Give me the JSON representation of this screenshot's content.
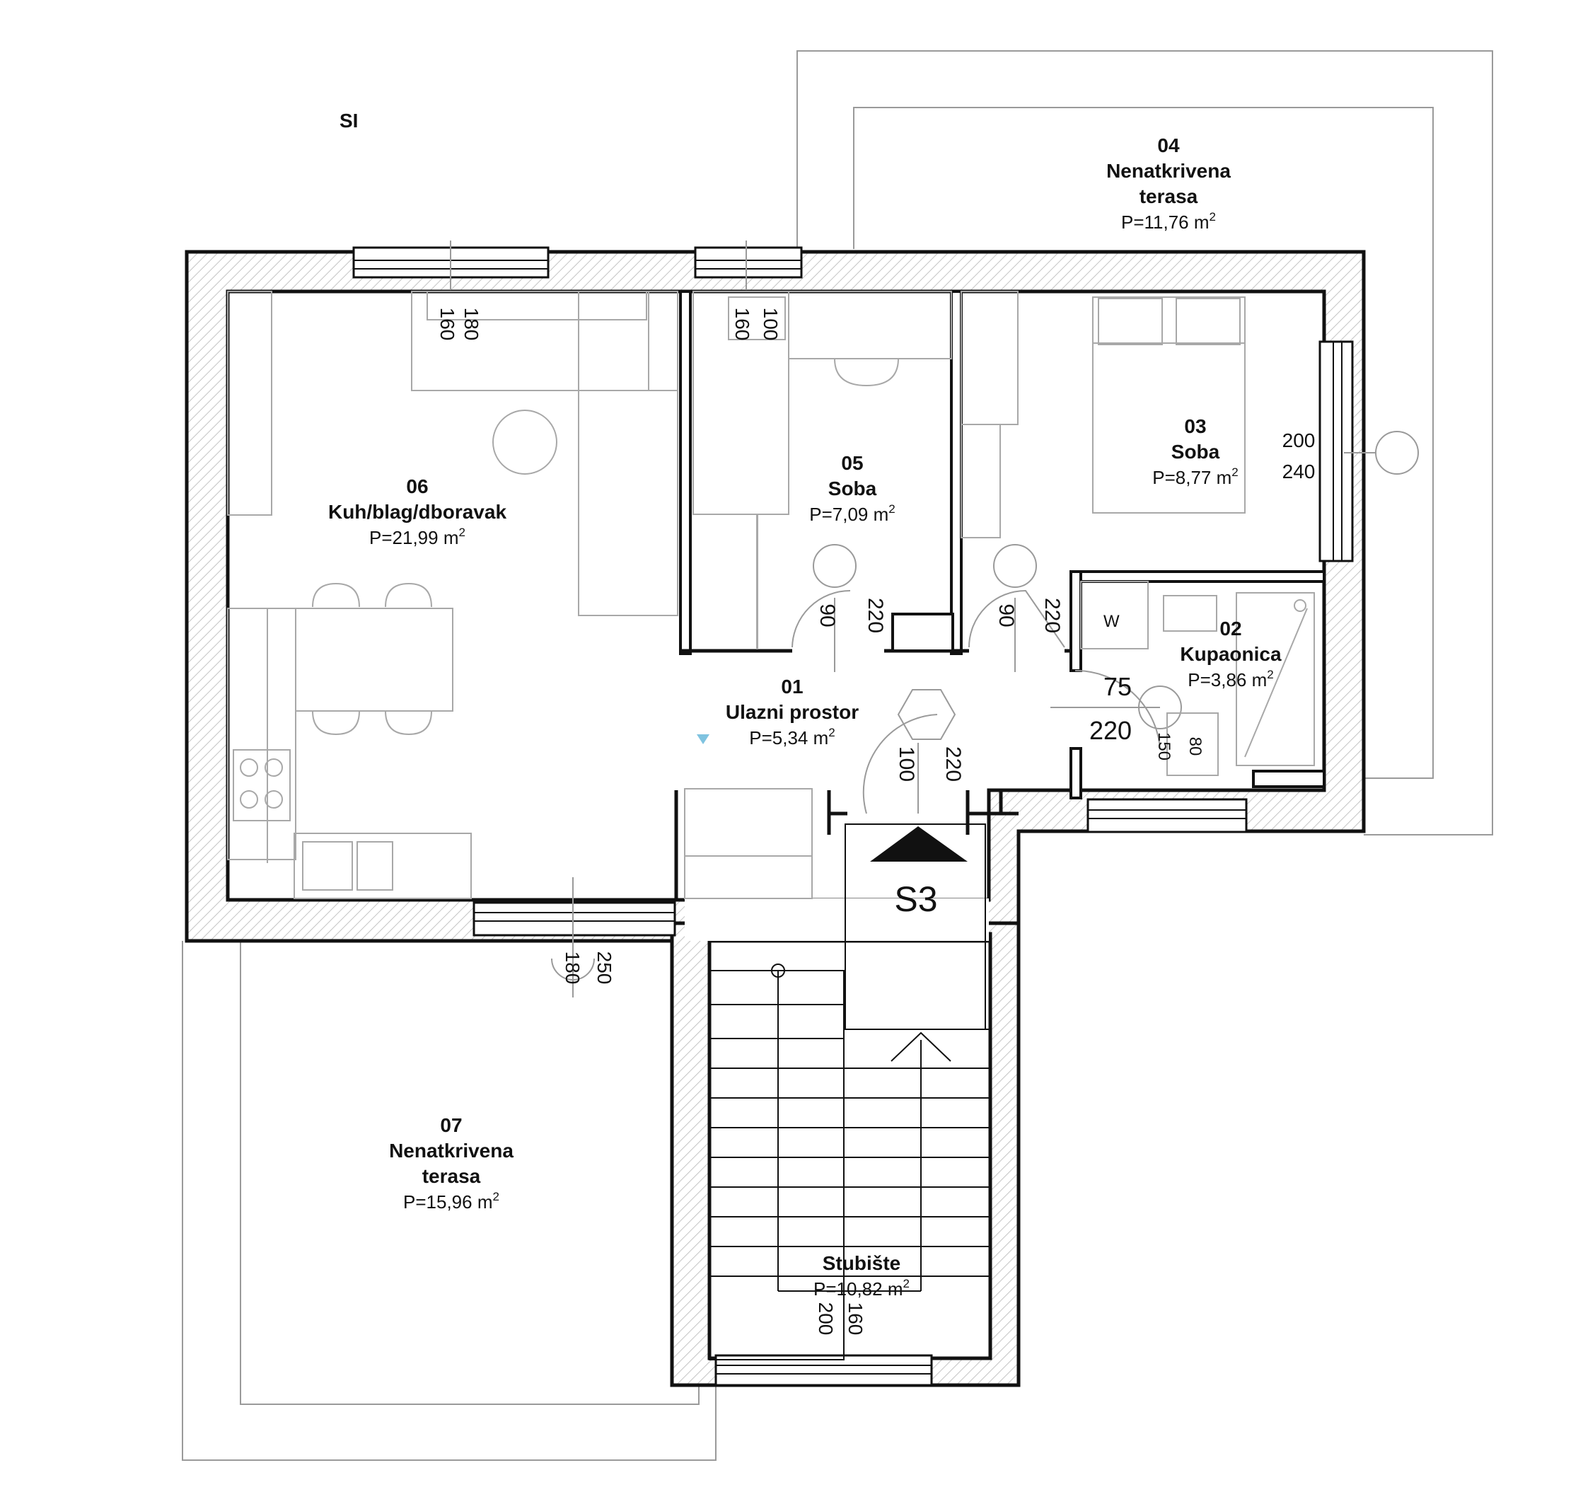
{
  "orientation": "SI",
  "stair_marker": "S3",
  "area_suffix_sup": "2",
  "rooms": [
    {
      "key": "room-04",
      "number": "04",
      "name_lines": [
        "Nenatkrivena",
        "terasa"
      ],
      "area": "P=11,76 m"
    },
    {
      "key": "room-06",
      "number": "06",
      "name_lines": [
        "Kuh/blag/dboravak"
      ],
      "area": "P=21,99 m"
    },
    {
      "key": "room-05",
      "number": "05",
      "name_lines": [
        "Soba"
      ],
      "area": "P=7,09 m"
    },
    {
      "key": "room-03",
      "number": "03",
      "name_lines": [
        "Soba"
      ],
      "area": "P=8,77 m"
    },
    {
      "key": "room-02",
      "number": "02",
      "name_lines": [
        "Kupaonica"
      ],
      "area": "P=3,86 m"
    },
    {
      "key": "room-01",
      "number": "01",
      "name_lines": [
        "Ulazni prostor"
      ],
      "area": "P=5,34 m"
    },
    {
      "key": "room-07",
      "number": "07",
      "name_lines": [
        "Nenatkrivena",
        "terasa"
      ],
      "area": "P=15,96 m"
    },
    {
      "key": "room-stair",
      "number": "",
      "name_lines": [
        "Stubište"
      ],
      "area": "P=10,82 m"
    }
  ],
  "dimensions": {
    "kitchen_window_top": [
      "160",
      "180"
    ],
    "room05_window_top": [
      "160",
      "100"
    ],
    "room05_door": [
      "90",
      "220"
    ],
    "room03_door": [
      "90",
      "220"
    ],
    "room03_window_right": [
      "200",
      "240"
    ],
    "bath_door": [
      "75",
      "220"
    ],
    "entrance_door": [
      "100",
      "220"
    ],
    "bath_window": [
      "150",
      "80"
    ],
    "kitchen_window_bottom": [
      "180",
      "250"
    ],
    "stair_window": [
      "200",
      "160"
    ]
  },
  "bath_fixture_w": "W"
}
